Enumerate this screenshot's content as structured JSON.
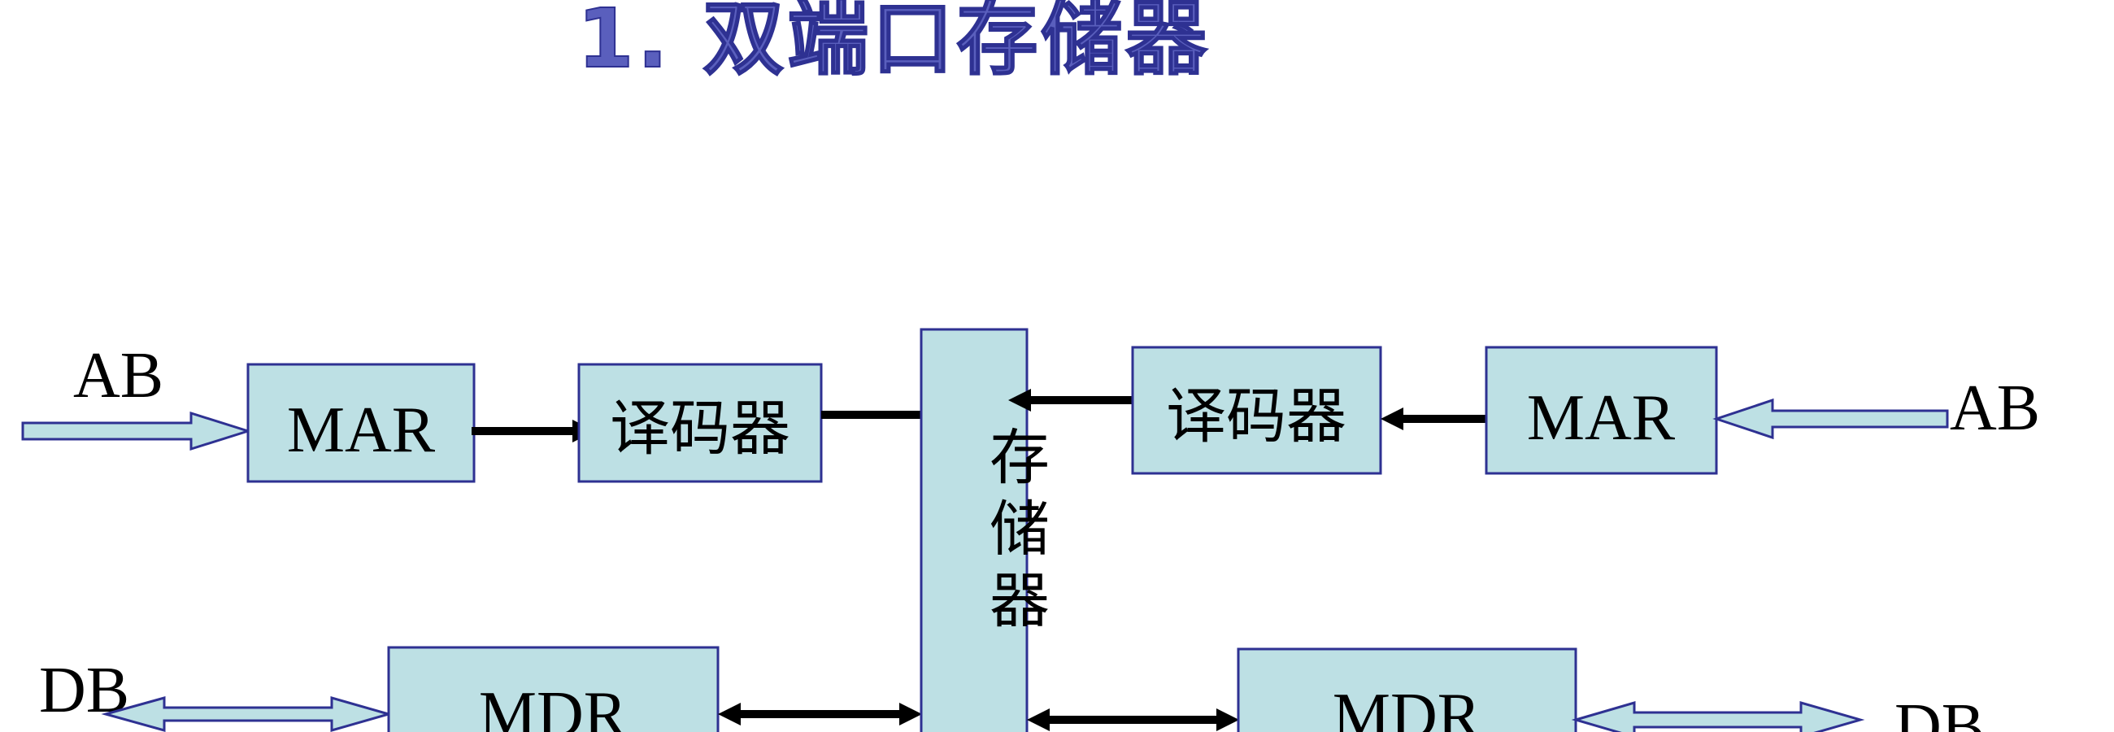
{
  "title": "1.  双端口存储器",
  "colors": {
    "title_fill": "#5a5fbd",
    "title_stroke": "#2e3192",
    "box_fill": "#bde0e4",
    "box_stroke": "#2e3192",
    "line": "#000000"
  },
  "diagram": {
    "left": {
      "bus_address": "AB",
      "mar": "MAR",
      "decoder": "译码器",
      "bus_data": "DB",
      "mdr": "MDR"
    },
    "memory": {
      "char1": "存",
      "char2": "储",
      "char3": "器"
    },
    "right": {
      "bus_address": "AB",
      "mar": "MAR",
      "decoder": "译码器",
      "bus_data": "DB",
      "mdr": "MDR"
    }
  }
}
